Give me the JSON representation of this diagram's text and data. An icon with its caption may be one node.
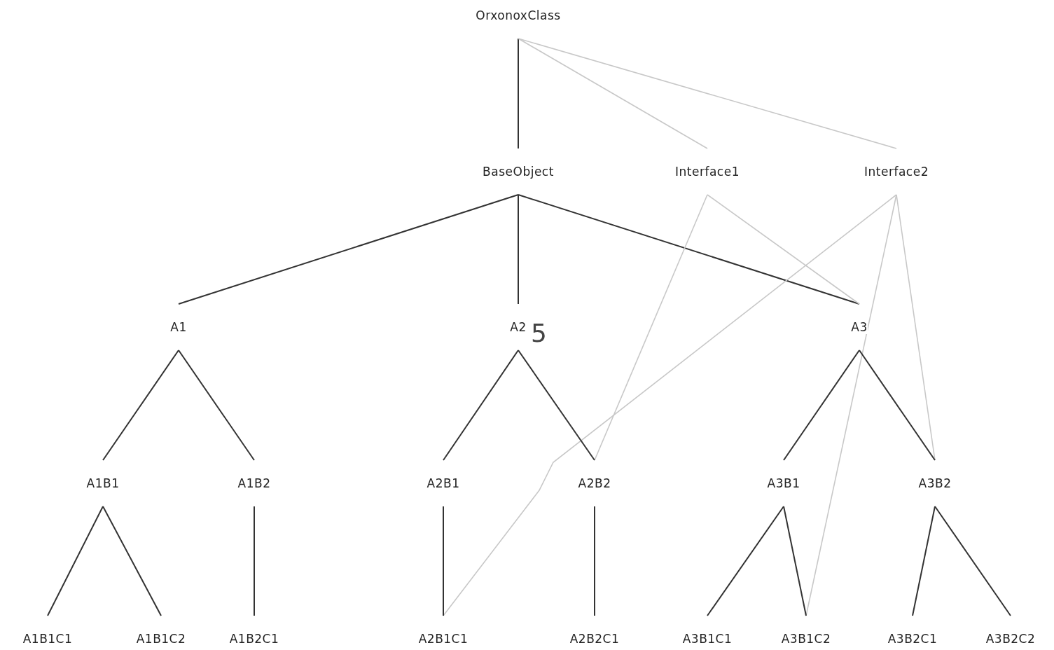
{
  "diagram": {
    "nodes": [
      {
        "text": [
          "OrxonoxClass"
        ]
      },
      {
        "text": [
          "BaseObject"
        ]
      },
      {
        "text": [
          "Interface1"
        ]
      },
      {
        "text": [
          "Interface2"
        ]
      },
      {
        "text": [
          "A1"
        ]
      },
      {
        "text": [
          "A2"
        ]
      },
      {
        "text": [
          "A3"
        ]
      },
      {
        "text": [
          "A1B1"
        ]
      },
      {
        "text": [
          "A1B2"
        ]
      },
      {
        "text": [
          "A2B1"
        ]
      },
      {
        "text": [
          "A2B2"
        ]
      },
      {
        "text": [
          "A3B1"
        ]
      },
      {
        "text": [
          "A3B2"
        ]
      },
      {
        "text": [
          "A1B1C1"
        ]
      },
      {
        "text": [
          "A1B1C2"
        ]
      },
      {
        "text": [
          "A1B2C1"
        ]
      },
      {
        "text": [
          "A2B1C1"
        ]
      },
      {
        "text": [
          "A2B2C1"
        ]
      },
      {
        "text": [
          "A3B1C1"
        ]
      },
      {
        "text": [
          "A3B1C2"
        ]
      },
      {
        "text": [
          "A3B2C1"
        ]
      },
      {
        "text": [
          "A3B2C2"
        ]
      }
    ],
    "edges": [
      {
        "from": 0,
        "to": 1,
        "arrow": "none"
      },
      {
        "from": 0,
        "to": 2,
        "arrow": "none",
        "color": "#c8c8c8"
      },
      {
        "from": 0,
        "to": 3,
        "arrow": "none",
        "color": "#c8c8c8"
      },
      {
        "from": 1,
        "to": 4,
        "arrow": "none"
      },
      {
        "from": 1,
        "to": 5,
        "arrow": "none"
      },
      {
        "from": 1,
        "to": 6,
        "arrow": "none"
      },
      {
        "from": 2,
        "to": 6,
        "arrow": "none",
        "color": "#c8c8c8"
      },
      {
        "from": 2,
        "to": 10,
        "arrow": "none",
        "color": "#c8c8c8"
      },
      {
        "from": 3,
        "to": 16,
        "arrow": "none",
        "color": "#c8c8c8"
      },
      {
        "from": 3,
        "to": 19,
        "arrow": "none",
        "color": "#c8c8c8"
      },
      {
        "from": 3,
        "to": 12,
        "arrow": "none",
        "color": "#c8c8c8"
      },
      {
        "from": 4,
        "to": 7,
        "arrow": "none"
      },
      {
        "from": 4,
        "to": 8,
        "arrow": "none"
      },
      {
        "from": 5,
        "to": 9,
        "arrow": "none"
      },
      {
        "from": 5,
        "to": 10,
        "arrow": "none"
      },
      {
        "from": 6,
        "to": 11,
        "arrow": "none"
      },
      {
        "from": 6,
        "to": 12,
        "arrow": "none"
      },
      {
        "from": 7,
        "to": 13,
        "arrow": "none"
      },
      {
        "from": 7,
        "to": 14,
        "arrow": "none"
      },
      {
        "from": 8,
        "to": 15,
        "arrow": "none"
      },
      {
        "from": 9,
        "to": 16,
        "arrow": "none"
      },
      {
        "from": 10,
        "to": 17,
        "arrow": "none"
      },
      {
        "from": 11,
        "to": 18,
        "arrow": "none"
      },
      {
        "from": 11,
        "to": 19,
        "arrow": "none"
      },
      {
        "from": 12,
        "to": 20,
        "arrow": "none"
      },
      {
        "from": 12,
        "to": 21,
        "arrow": "none"
      }
    ],
    "labels": [
      "5"
    ]
  }
}
